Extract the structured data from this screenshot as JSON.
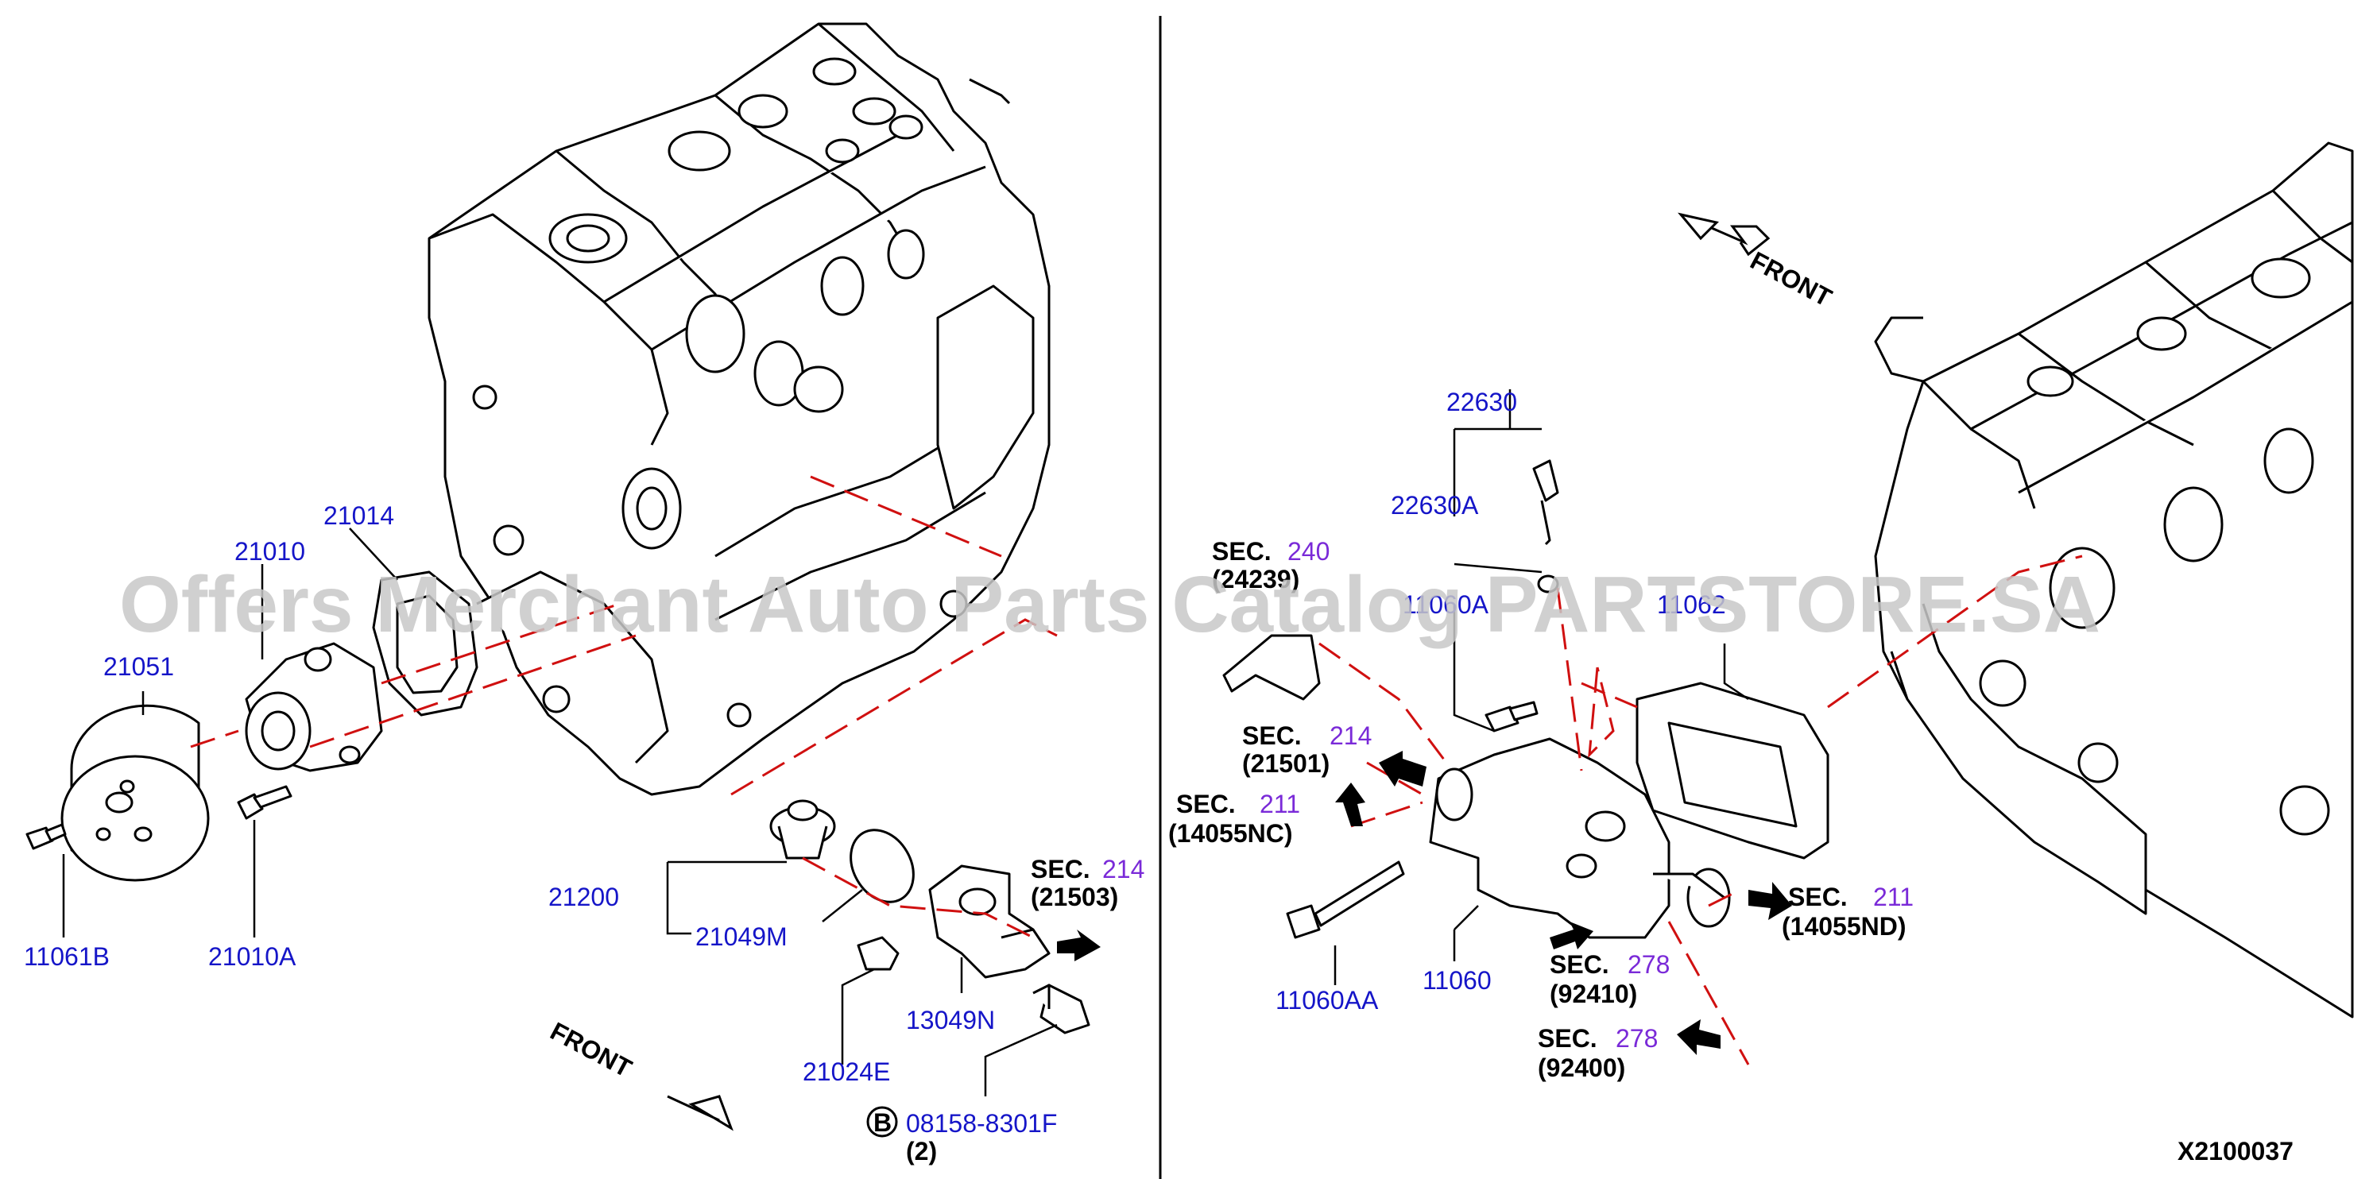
{
  "diagram_id": "X2100037",
  "watermark": "Offers Merchant Auto Parts Catalog PARTSTORE.SA",
  "front_left": "FRONT",
  "front_right": "FRONT",
  "labels": {
    "p21014": "21014",
    "p21010": "21010",
    "p21051": "21051",
    "p11061B": "11061B",
    "p21010A": "21010A",
    "p21200": "21200",
    "p21049M": "21049M",
    "p13049N": "13049N",
    "p21024E": "21024E",
    "p08158": "08158-8301F",
    "b_marker": "B",
    "p08158_qty": "(2)",
    "p22630": "22630",
    "p22630A": "22630A",
    "p11060A": "11060A",
    "p11062": "11062",
    "p11060AA": "11060AA",
    "p11060": "11060"
  },
  "sec_refs": {
    "s214_left": {
      "sec": "SEC.",
      "num": "214",
      "part": "(21503)"
    },
    "s240": {
      "sec": "SEC.",
      "num": "240",
      "part": "(24239)"
    },
    "s214_right": {
      "sec": "SEC.",
      "num": "214",
      "part": "(21501)"
    },
    "s211_nc": {
      "sec": "SEC.",
      "num": "211",
      "part": "(14055NC)"
    },
    "s211_nd": {
      "sec": "SEC.",
      "num": "211",
      "part": "(14055ND)"
    },
    "s278_a": {
      "sec": "SEC.",
      "num": "278",
      "part": "(92410)"
    },
    "s278_b": {
      "sec": "SEC.",
      "num": "278",
      "part": "(92400)"
    }
  },
  "colors": {
    "part_number": "#1515c8",
    "section_number": "#7a2ad8",
    "dash_line": "#d01010"
  }
}
